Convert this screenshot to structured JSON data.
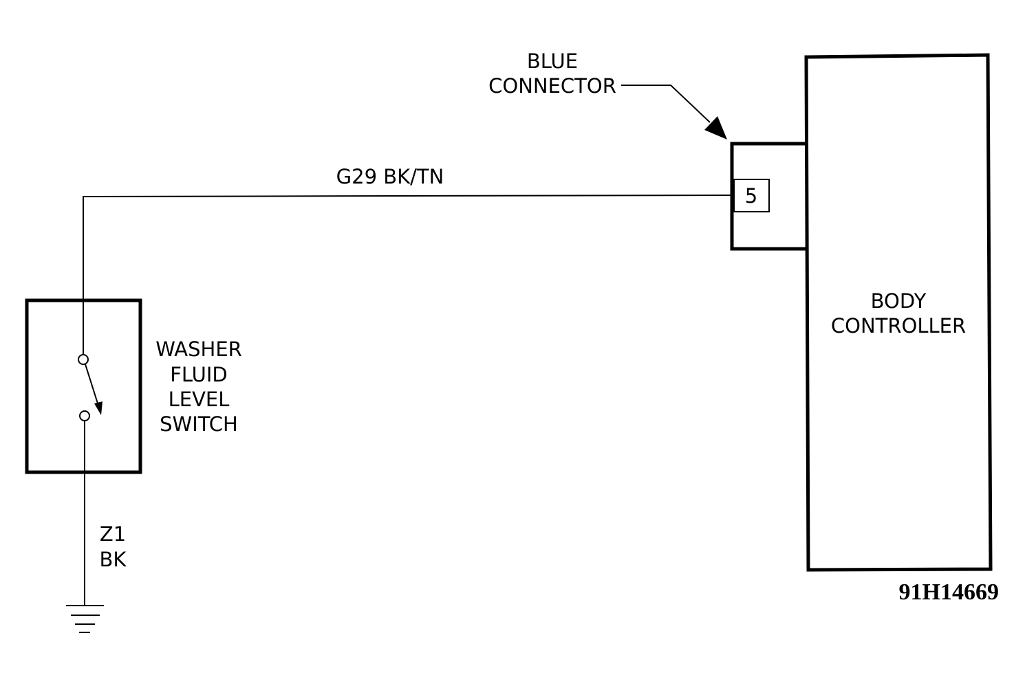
{
  "connector": {
    "label_line1": "BLUE",
    "label_line2": "CONNECTOR",
    "pin": "5"
  },
  "wire": {
    "label": "G29 BK/TN"
  },
  "switch": {
    "label_line1": "WASHER",
    "label_line2": "FLUID",
    "label_line3": "LEVEL",
    "label_line4": "SWITCH"
  },
  "ground_wire": {
    "circuit": "Z1",
    "color": "BK"
  },
  "module": {
    "label_line1": "BODY",
    "label_line2": "CONTROLLER"
  },
  "figure_id": "91H14669",
  "colors": {
    "line": "#000000",
    "background": "#ffffff"
  }
}
